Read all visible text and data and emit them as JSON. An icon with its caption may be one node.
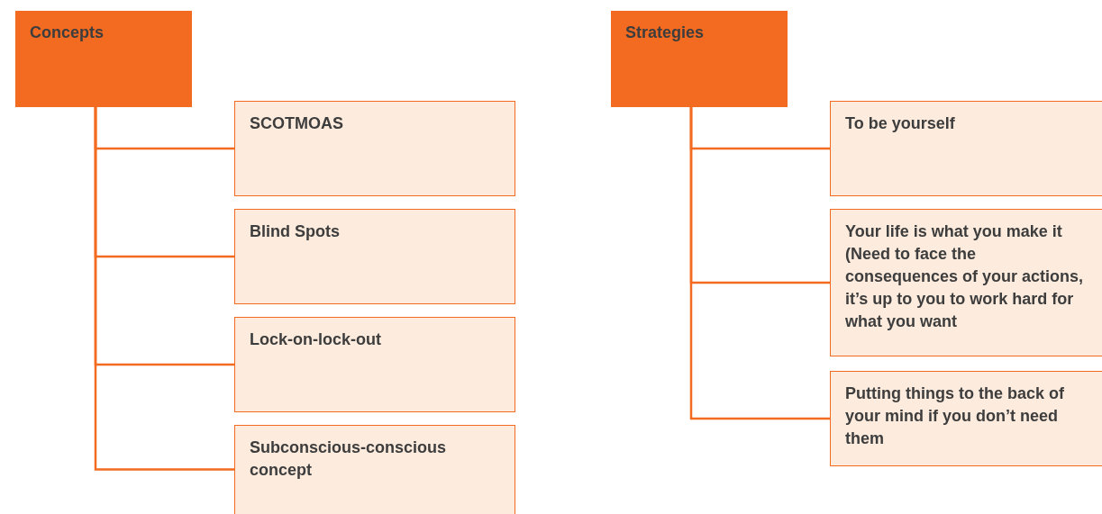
{
  "diagram": {
    "nodes": [
      {
        "text": [
          "Concepts"
        ]
      },
      {
        "text": [
          "SCOTMOAS"
        ]
      },
      {
        "text": [
          "Blind Spots"
        ]
      },
      {
        "text": [
          "Lock-on-lock-out"
        ]
      },
      {
        "text": [
          "Subconscious-conscious concept"
        ]
      },
      {
        "text": [
          "Strategies"
        ]
      },
      {
        "text": [
          "To be yourself"
        ]
      },
      {
        "text": [
          "Your life is what you make it (Need to face the consequences of your actions, it’s up to you to work hard for what you want"
        ]
      },
      {
        "text": [
          "Putting things to the back of your mind if you don’t need them"
        ]
      }
    ],
    "edges": [
      {
        "from": 0,
        "to": 1,
        "arrow": "none"
      },
      {
        "from": 0,
        "to": 2,
        "arrow": "none"
      },
      {
        "from": 0,
        "to": 3,
        "arrow": "none"
      },
      {
        "from": 0,
        "to": 4,
        "arrow": "none"
      },
      {
        "from": 5,
        "to": 6,
        "arrow": "none"
      },
      {
        "from": 5,
        "to": 7,
        "arrow": "none"
      },
      {
        "from": 5,
        "to": 8,
        "arrow": "none"
      }
    ]
  }
}
